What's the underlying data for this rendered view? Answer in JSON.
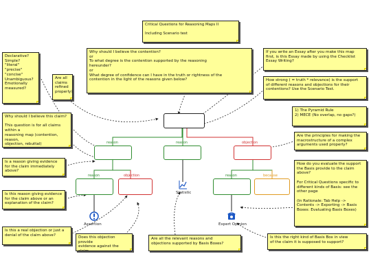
{
  "notes": {
    "title": "Critical Questions for Reasoning Maps II\n\nIncluding Scenario test",
    "qualities": "Declarative?\nSimple?\n\"literal\"\n\"precise\"\n\"concise\"\nUnambiguous?\nEmotionally\nmeasured?",
    "all_claims": "Are all\nclaims\nrefined\nproperly?",
    "why_contention": "Why should I believe the contention?\nor\nTo what degree is the contention supported by the reasoning\nhereunder?\nor\nWhat degree of confidence can I have in the truth or rightness of the\ncontention in the light of the reasons given below?",
    "essay": "If you write an Essay after you make this map\nfirst, is this Essay made by using the Checklist\nEssay Writing?",
    "strong": "How strong ( = truth * relevance) is the support\nof different reasons and objections for their\ncontentions? Use the Scenario Test.",
    "why_claim": "Why should I believe this claim?\n\nThis question is for all claims within a\nreasoning map (contention, reason,\nobjection, rebuttal)",
    "pyramid": "1) The Pyramid Rule\n2) MECE (No overlap, no gaps?)",
    "principles": "Are the principles for making the\nmacrostructure of a complex\narguments used properly?",
    "reason_evidence": "Is a reason giving evidence\nfor the claim immediately\nabove?",
    "evaluate": "How do you evaluate the support\nthe Basis provide to the claim\nabove?\n\nFor Critical Questions specific to\ndifferent kinds of Basis: see the\nother page\n\n(In Rationale: Tab Help ->\nContents -> Exporting -> Basis\nBoxes: Evaluating Basis Boxes)",
    "reason_explanation": "Is this reason giving evidence\nfor the claim above or an\nexplanation of the claim?",
    "real_objection": "Is this a real objection or just a\ndenial of the claim above?",
    "objection_evidence": "Does this objection provide\nevidence against the claim\nimmediately above?",
    "basis_boxes": "Are all the relevant reasons and\nobjections supported by Basis Boxes?",
    "right_kind": "Is this the right kind of Basis Box in view\nof the claim it is supposed to support?"
  },
  "labels": {
    "reason1": "reason",
    "reason2": "reason",
    "reason3": "reason",
    "objection1": "objection",
    "objection2": "objection",
    "reason4": "reason",
    "because": "because",
    "assertion": "Assertion",
    "statistic": "Statistic",
    "expert_opinion": "Expert Opinion"
  },
  "icons": {
    "assertion": "exclamation-icon",
    "statistic": "chart-icon",
    "expert_opinion": "telephone-icon"
  },
  "colors": {
    "note_bg": "#ffff99",
    "reason": "#2e8b2e",
    "objection": "#d03030",
    "rebuttal": "#e09a20"
  }
}
